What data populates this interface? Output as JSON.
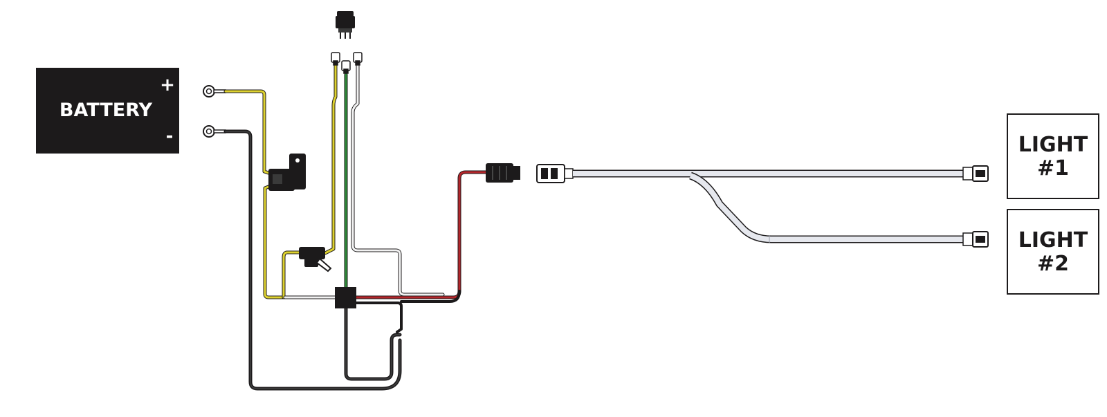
{
  "battery": {
    "label": "BATTERY",
    "positive": "+",
    "negative": "-"
  },
  "lights": [
    {
      "line1": "LIGHT",
      "line2": "#1"
    },
    {
      "line1": "LIGHT",
      "line2": "#2"
    }
  ],
  "colors": {
    "black": "#1c1a1b",
    "yellow": "#ded22f",
    "green": "#2f8a3a",
    "white": "#f2f2f2",
    "red": "#b3262b",
    "harness": "#e6e8ee"
  }
}
